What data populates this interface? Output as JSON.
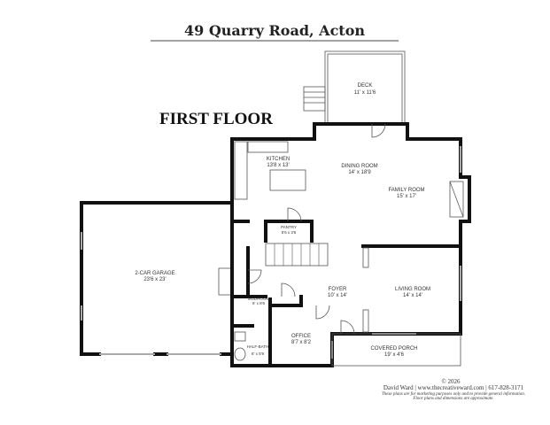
{
  "header": {
    "title": "49 Quarry Road, Acton",
    "floor_label": "FIRST FLOOR"
  },
  "rooms": [
    {
      "name": "DECK",
      "dims": "11' x 11'6"
    },
    {
      "name": "KITCHEN",
      "dims": "13'8 x 13'"
    },
    {
      "name": "DINING ROOM",
      "dims": "14' x 18'9"
    },
    {
      "name": "FAMILY ROOM",
      "dims": "15' x 17'"
    },
    {
      "name": "PANTRY",
      "dims": "5'6 x 3'6"
    },
    {
      "name": "2-CAR GARAGE",
      "dims": "23'6 x 23'"
    },
    {
      "name": "FOYER",
      "dims": "10' x 14'"
    },
    {
      "name": "LIVING ROOM",
      "dims": "14' x 14'"
    },
    {
      "name": "MUDROOM",
      "dims": "6' x 8'6"
    },
    {
      "name": "OFFICE",
      "dims": "8'7 x 8'2"
    },
    {
      "name": "HALF-BATH",
      "dims": "6' x 5'9"
    },
    {
      "name": "COVERED PORCH",
      "dims": "19' x 4'6"
    }
  ],
  "footer": {
    "copyright": "© 2026",
    "credits": "David Ward  |  www.thecreativeward.com  |  617-828-3171",
    "disclaimer_1": "These plans are for marketing purposes only and to provide general information.",
    "disclaimer_2": "Floor plans and dimensions are approximate."
  }
}
